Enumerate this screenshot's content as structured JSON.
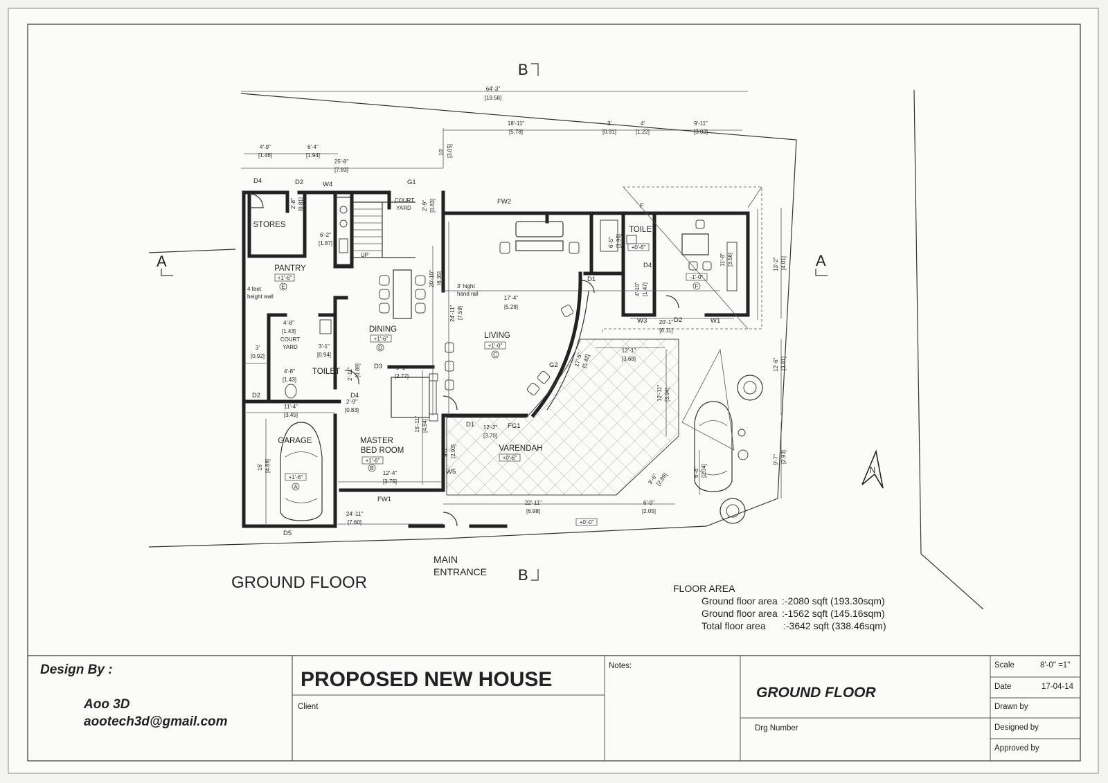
{
  "drawing": {
    "floor_label": "GROUND FLOOR",
    "main_entrance": [
      "MAIN",
      "ENTRANCE"
    ],
    "north_label": "N",
    "sections": {
      "a_left": "A",
      "a_right": "A",
      "b_top": "B",
      "b_bottom": "B"
    },
    "rooms": [
      {
        "id": "stores",
        "name": [
          "STORES"
        ]
      },
      {
        "id": "pantry",
        "name": [
          "PANTRY"
        ],
        "level": "+1'-6\"",
        "tag": "E"
      },
      {
        "id": "dining",
        "name": [
          "DINING"
        ],
        "level": "+1'-6\"",
        "tag": "D"
      },
      {
        "id": "living",
        "name": [
          "LIVING"
        ],
        "level": "+1'-0\"",
        "tag": "C"
      },
      {
        "id": "master",
        "name": [
          "MASTER",
          "BED ROOM"
        ],
        "level": "+1'-6\"",
        "tag": "B"
      },
      {
        "id": "garage",
        "name": [
          "GARAGE"
        ],
        "level": "+1'-6\"",
        "tag": "A"
      },
      {
        "id": "varendah",
        "name": [
          "VARENDAH"
        ],
        "level": "+0'-6\""
      },
      {
        "id": "toilet-left",
        "name": [
          "TOILET"
        ]
      },
      {
        "id": "toilet-right",
        "name": [
          "TOILET"
        ],
        "level": "+0'-6\""
      },
      {
        "id": "office",
        "name": [],
        "level": "-1'-0\"",
        "tag": "F"
      },
      {
        "id": "court-yard-upper",
        "name": [
          "COURT",
          "YARD"
        ]
      },
      {
        "id": "court-yard-lower",
        "name": [
          "COURT",
          "YARD"
        ]
      }
    ],
    "notes": [
      "4 feet",
      "height wall",
      "3' hight",
      "hand rail",
      "UP"
    ],
    "site_level": "+0'-0\"",
    "openings": [
      "D4",
      "D2",
      "W4",
      "G1",
      "FW2",
      "F",
      "D4",
      "D1",
      "D3",
      "D4",
      "G2",
      "D1",
      "FG1",
      "W5",
      "FW1",
      "D5",
      "D2",
      "W3",
      "D2",
      "W1"
    ],
    "dims": [
      "64'-3\"",
      "[19.58]",
      "18'-11\"",
      "[5.78]",
      "3'",
      "[0.91]",
      "4'",
      "[1.22]",
      "9'-11\"",
      "[3.02]",
      "4'-9\"",
      "[1.46]",
      "6'-4\"",
      "[1.94]",
      "25'-8\"",
      "[7.83]",
      "10'",
      "[3.05]",
      "2'-8\"",
      "[0.81]",
      "2'-9\"",
      "[0.83]",
      "6'-2\"",
      "[1.87]",
      "20'-10\"",
      "[6.35]",
      "24'-11\"",
      "[7.59]",
      "17'-4\"",
      "[5.28]",
      "4'-8\"",
      "[1.43]",
      "3'-1\"",
      "[0.94]",
      "3'",
      "[0.92]",
      "4'-8\"",
      "[1.43]",
      "2'-11\"",
      "[0.89]",
      "9'-1\"",
      "[2.77]",
      "2'-9\"",
      "[0.83]",
      "11'-4\"",
      "[3.45]",
      "15'-11\"",
      "[4.84]",
      "12'-2\"",
      "[3.70]",
      "9'-7\"",
      "[2.93]",
      "16'",
      "[4.88]",
      "12'-4\"",
      "[3.75]",
      "24'-11\"",
      "[7.60]",
      "22'-11\"",
      "[6.98]",
      "6'-9\"",
      "[2.05]",
      "9'-6\"",
      "[2.89]",
      "6'-8\"",
      "[2.04]",
      "12'-1\"",
      "[3.68]",
      "12'-11\"",
      "[3.94]",
      "17'-5\"",
      "[5.42]",
      "6'-5\"",
      "[1.96]",
      "4'-10\"",
      "[1.47]",
      "11'-8\"",
      "[3.56]",
      "20'-1\"",
      "[6.11]",
      "13'-2\"",
      "[4.01]",
      "12'-6\"",
      "[3.81]",
      "9'-7\"",
      "[2.93]"
    ]
  },
  "floor_area": {
    "heading": "FLOOR  AREA",
    "lines": [
      {
        "label": "Ground floor area",
        "value": ":-2080 sqft (193.30sqm)"
      },
      {
        "label": "Ground floor area",
        "value": ":-1562 sqft (145.16sqm)"
      },
      {
        "label": "Total floor area",
        "value": ":-3642 sqft (338.46sqm)"
      }
    ]
  },
  "title_block": {
    "design_by_label": "Design By :",
    "designer": "Aoo 3D",
    "email": "aootech3d@gmail.com",
    "project": "PROPOSED NEW HOUSE",
    "client_label": "Client",
    "notes_label": "Notes:",
    "sheet_title": "GROUND FLOOR",
    "drg_number_label": "Drg Number",
    "scale_label": "Scale",
    "scale_value": "8'-0\" =1\"",
    "date_label": "Date",
    "date_value": "17-04-14",
    "drawn_by_label": "Drawn by",
    "designed_by_label": "Designed by",
    "approved_by_label": "Approved by"
  }
}
